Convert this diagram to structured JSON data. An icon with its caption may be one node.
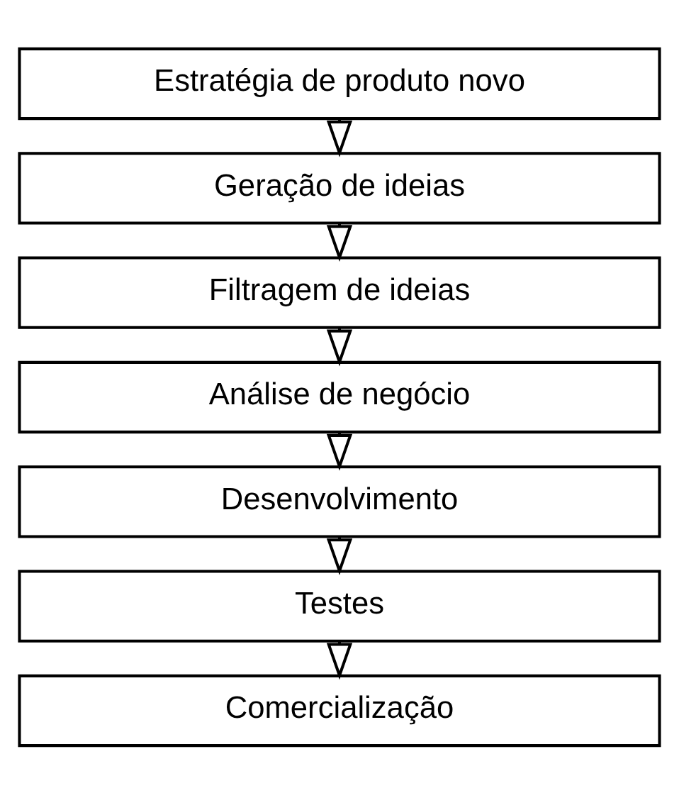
{
  "diagram": {
    "nodes": [
      {
        "text": [
          "Estratégia de produto novo"
        ]
      },
      {
        "text": [
          "Geração de ideias"
        ]
      },
      {
        "text": [
          "Filtragem de ideias"
        ]
      },
      {
        "text": [
          "Análise de negócio"
        ]
      },
      {
        "text": [
          "Desenvolvimento"
        ]
      },
      {
        "text": [
          "Testes"
        ]
      },
      {
        "text": [
          "Comercialização"
        ]
      }
    ],
    "edges": [
      {
        "from": 0,
        "to": 1,
        "arrow": "to"
      },
      {
        "from": 1,
        "to": 2,
        "arrow": "to"
      },
      {
        "from": 2,
        "to": 3,
        "arrow": "to"
      },
      {
        "from": 3,
        "to": 4,
        "arrow": "to"
      },
      {
        "from": 4,
        "to": 5,
        "arrow": "to"
      },
      {
        "from": 5,
        "to": 6,
        "arrow": "to"
      }
    ]
  }
}
